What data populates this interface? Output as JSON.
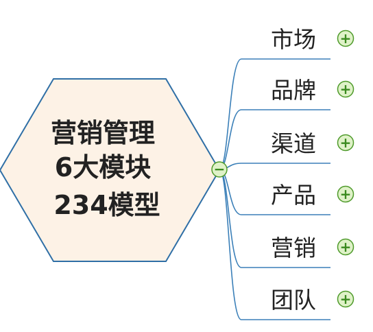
{
  "center": {
    "lines": [
      "营销管理",
      "6大模块",
      "234模型"
    ],
    "fill_color": "#fdf2e6",
    "stroke_color": "#2f6fa6",
    "collapse_symbol": "−",
    "collapse_icon": "minus-circle-icon"
  },
  "branches": [
    {
      "label": "市场",
      "expand_icon": "plus-circle-icon",
      "expand_symbol": "+"
    },
    {
      "label": "品牌",
      "expand_icon": "plus-circle-icon",
      "expand_symbol": "+"
    },
    {
      "label": "渠道",
      "expand_icon": "plus-circle-icon",
      "expand_symbol": "+"
    },
    {
      "label": "产品",
      "expand_icon": "plus-circle-icon",
      "expand_symbol": "+"
    },
    {
      "label": "营销",
      "expand_icon": "plus-circle-icon",
      "expand_symbol": "+"
    },
    {
      "label": "团队",
      "expand_icon": "plus-circle-icon",
      "expand_symbol": "+"
    }
  ],
  "colors": {
    "connector": "#3a7fb8",
    "toggle_fill": "#dff2c8",
    "toggle_stroke": "#4e9a2a",
    "toggle_symbol": "#3a8a1f"
  }
}
